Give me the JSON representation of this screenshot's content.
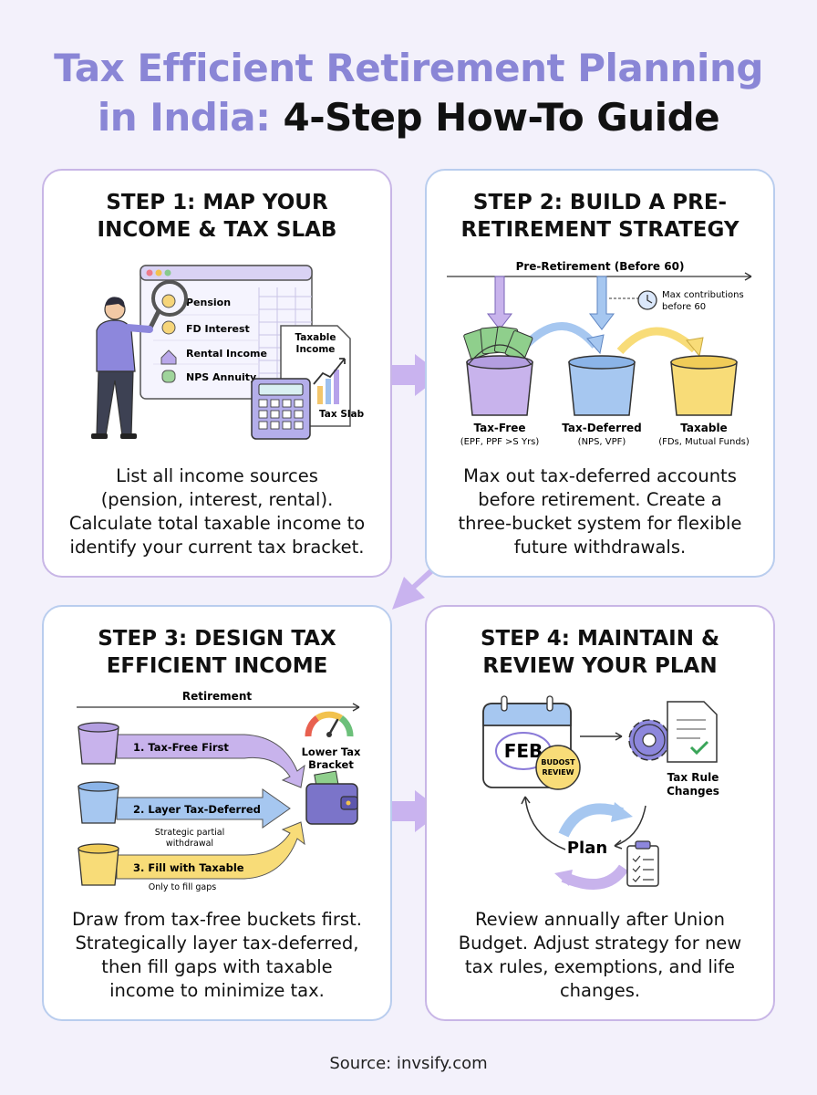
{
  "title": {
    "part1": "Tax Efficient Retirement Planning",
    "part2a": "in India: ",
    "part2b": "4-Step How-To Guide"
  },
  "step1": {
    "heading_l1": "STEP 1: MAP YOUR",
    "heading_l2": "INCOME & TAX SLAB",
    "rows": [
      "Pension",
      "FD Interest",
      "Rental Income",
      "NPS Annuity"
    ],
    "taxable_l1": "Taxable",
    "taxable_l2": "Income",
    "tax_slab": "Tax Slab",
    "desc": [
      "List all income sources",
      "(pension, interest, rental).",
      "Calculate total taxable income to",
      "identify your current tax bracket."
    ]
  },
  "step2": {
    "heading_l1": "STEP 2: BUILD A PRE-",
    "heading_l2": "RETIREMENT STRATEGY",
    "timeline": "Pre-Retirement (Before 60)",
    "note_l1": "Max contributions",
    "note_l2": "before 60",
    "buckets": [
      {
        "name": "Tax-Free",
        "sub": "(EPF, PPF >S Yrs)"
      },
      {
        "name": "Tax-Deferred",
        "sub": "(NPS, VPF)"
      },
      {
        "name": "Taxable",
        "sub": "(FDs, Mutual Funds)"
      }
    ],
    "desc": [
      "Max out tax-deferred accounts",
      "before retirement. Create a",
      "three-bucket system for flexible",
      "future withdrawals."
    ]
  },
  "step3": {
    "heading_l1": "STEP 3: DESIGN TAX",
    "heading_l2": "EFFICIENT INCOME",
    "timeline": "Retirement",
    "flows": [
      "1. Tax-Free First",
      "2. Layer Tax-Deferred",
      "3. Fill with Taxable"
    ],
    "note1_l1": "Strategic partial",
    "note1_l2": "withdrawal",
    "note2": "Only to fill gaps",
    "gauge_l1": "Lower Tax",
    "gauge_l2": "Bracket",
    "desc": [
      "Draw from tax-free buckets first.",
      "Strategically layer tax-deferred,",
      "then fill gaps with taxable",
      "income to minimize tax."
    ]
  },
  "step4": {
    "heading_l1": "STEP 4: MAINTAIN &",
    "heading_l2": "REVIEW YOUR PLAN",
    "month": "FEB",
    "badge_l1": "BUDOST",
    "badge_l2": "REVIEW",
    "rule_l1": "Tax Rule",
    "rule_l2": "Changes",
    "plan": "Plan",
    "desc": [
      "Review annually after Union",
      "Budget. Adjust strategy for new",
      "tax rules, exemptions, and life",
      "changes."
    ]
  },
  "footer": "Source: invsify.com",
  "colors": {
    "purple": "#c8b3ec",
    "blue": "#a6c7f0",
    "yellow": "#f8dc78",
    "title_accent": "#8a86d6"
  }
}
